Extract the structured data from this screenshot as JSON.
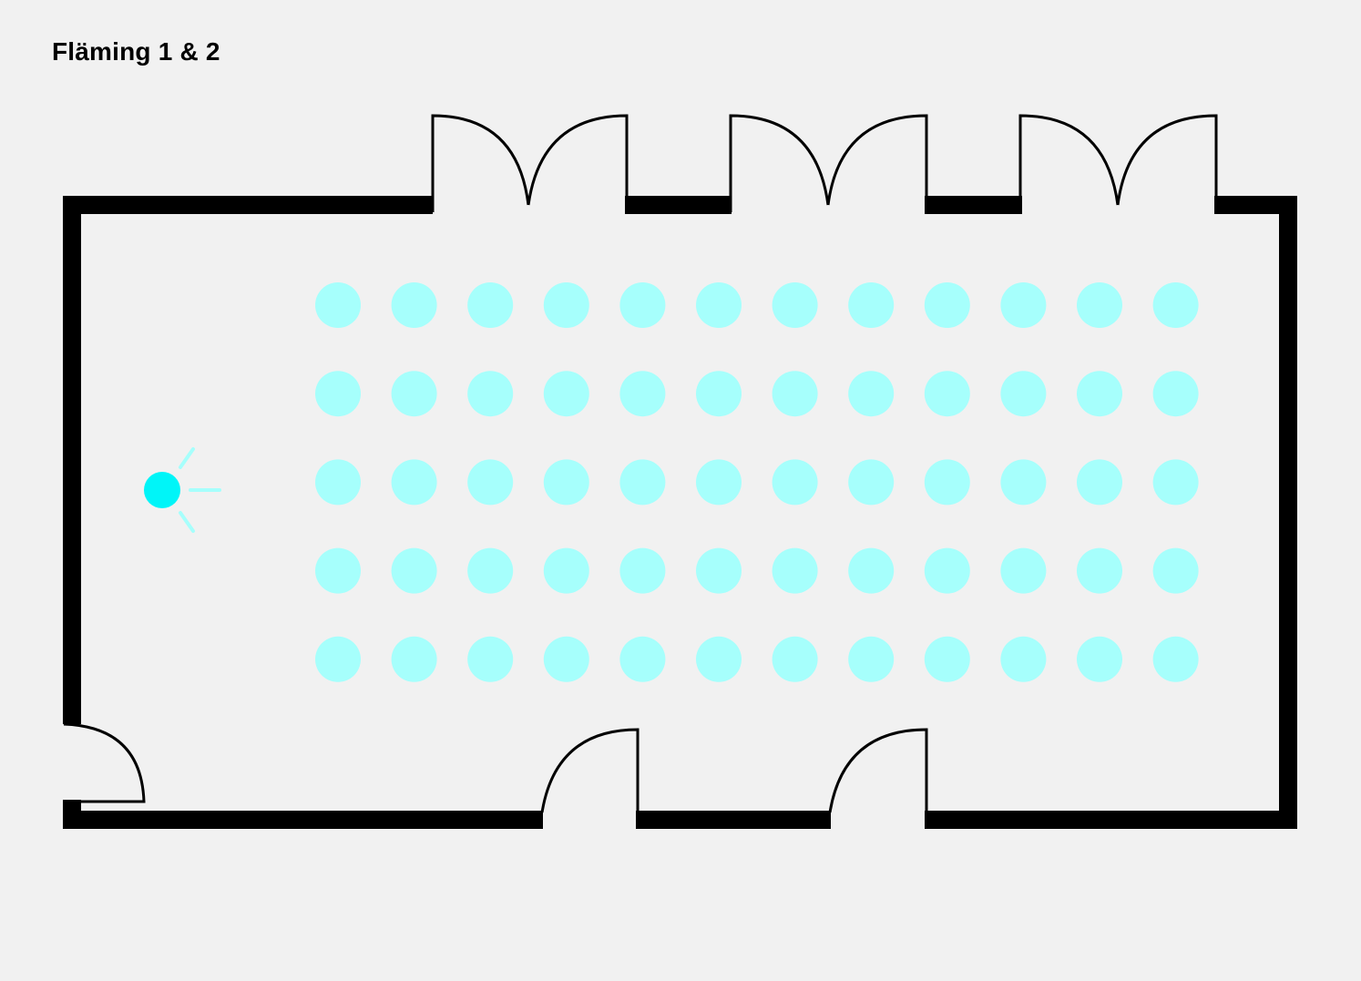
{
  "title": "Fläming 1 & 2",
  "colors": {
    "background": "#f1f1f1",
    "walls": "#000000",
    "seat": "#a6fffc",
    "speaker": "#00f5f8"
  },
  "seating": {
    "rows": 5,
    "columns": 12,
    "style": "theatre"
  },
  "icons": {
    "seat": "chair-icon",
    "speaker": "speaker-position-icon",
    "door": "door-swing-icon"
  }
}
